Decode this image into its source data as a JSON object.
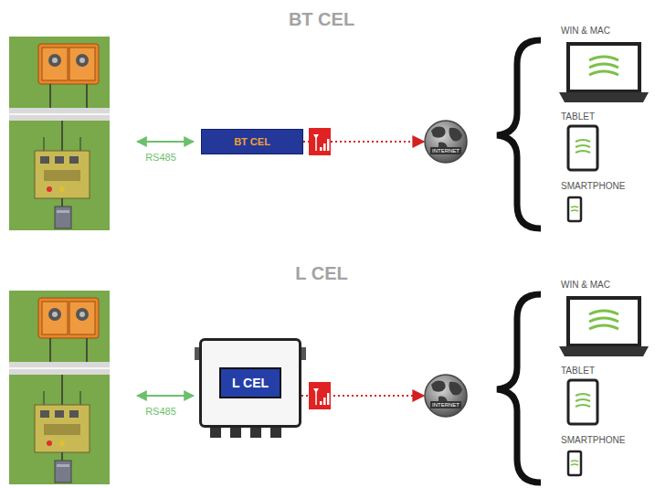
{
  "diagram": {
    "nodes": [
      {
        "text": [
          "BT CEL"
        ]
      },
      {
        "text": [
          "INTERNET"
        ]
      },
      {
        "text": [
          "WIN & MAC"
        ]
      },
      {
        "text": [
          "TABLET"
        ]
      },
      {
        "text": [
          "SMARTPHONE"
        ]
      },
      {
        "text": [
          "L CEL"
        ]
      },
      {
        "text": [
          "INTERNET"
        ]
      },
      {
        "text": [
          "WIN & MAC"
        ]
      },
      {
        "text": [
          "TABLET"
        ]
      },
      {
        "text": [
          "SMARTPHONE"
        ]
      }
    ],
    "edges": [
      {
        "from": 0,
        "to": 1,
        "arrow": "to"
      },
      {
        "from": 5,
        "to": 6,
        "arrow": "to"
      }
    ],
    "labels": [
      "BT CEL",
      "RS485",
      "L CEL",
      "RS485"
    ]
  }
}
